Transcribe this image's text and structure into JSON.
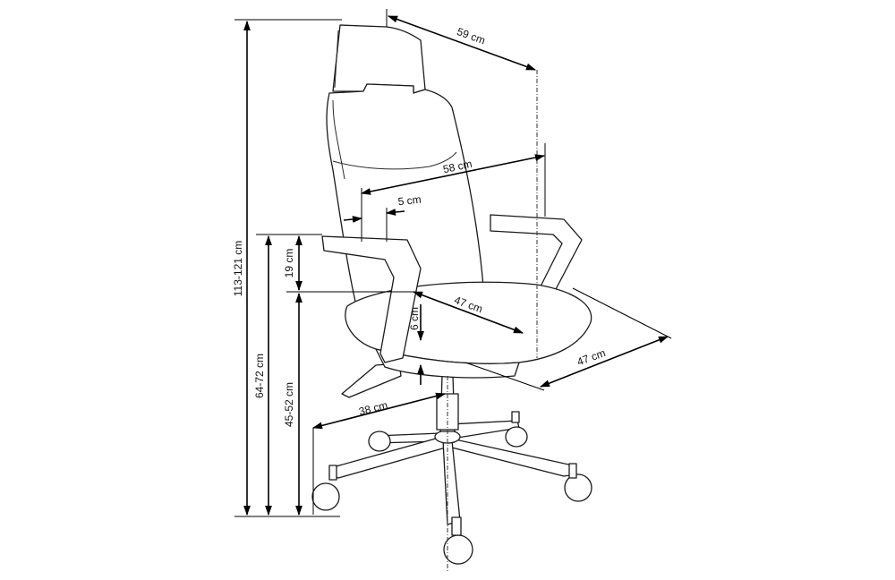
{
  "diagram": {
    "accent_color": "#000000",
    "dimensions": {
      "total_height": "113-121 cm",
      "armrest_height": "64-72 cm",
      "seat_height": "45-52 cm",
      "armrest_above_seat": "19 cm",
      "overall_width": "59 cm",
      "backrest_width": "58 cm",
      "armrest_width": "5 cm",
      "seat_depth": "47 cm",
      "seat_width": "47 cm",
      "seat_thickness": "6 cm",
      "base_radius": "38 cm"
    }
  }
}
